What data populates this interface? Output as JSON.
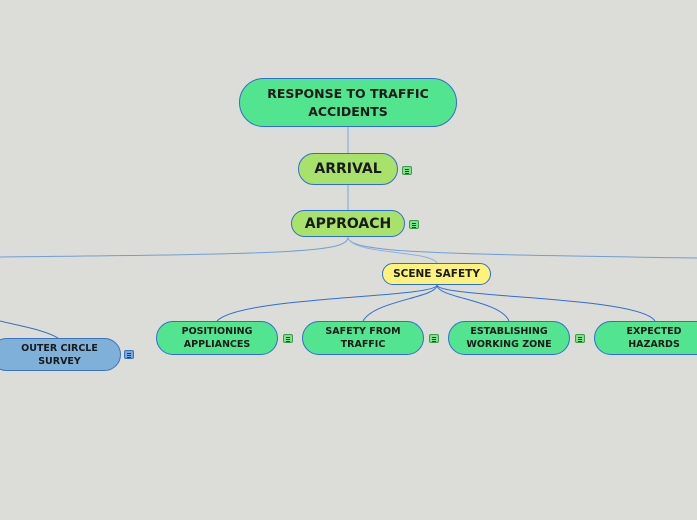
{
  "diagram": {
    "root": "RESPONSE TO TRAFFIC ACCIDENTS",
    "arrival": "ARRIVAL",
    "approach": "APPROACH",
    "scene_safety": "SCENE SAFETY",
    "children": [
      "POSITIONING APPLIANCES",
      "SAFETY FROM TRAFFIC",
      "ESTABLISHING WORKING ZONE",
      "EXPECTED HAZARDS"
    ],
    "outer_circle": "OUTER CIRCLE SURVEY"
  },
  "colors": {
    "background": "#dcdcd8",
    "topic_green": "#52e48f",
    "topic_lime": "#a8e26a",
    "topic_yellow": "#fdf37a",
    "topic_blue": "#7fb0da",
    "connector": "#2f6fd0"
  },
  "icons": {
    "note": "note-icon"
  }
}
